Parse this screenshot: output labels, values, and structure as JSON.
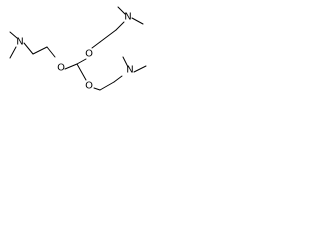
{
  "structure": {
    "atoms": {
      "n_left": "N",
      "o_left": "O",
      "o_top": "O",
      "o_bottom": "O",
      "n_top": "N",
      "n_bottom": "N"
    },
    "colors": {
      "bond": "#000000",
      "label": "#000000",
      "background": "#ffffff"
    }
  }
}
